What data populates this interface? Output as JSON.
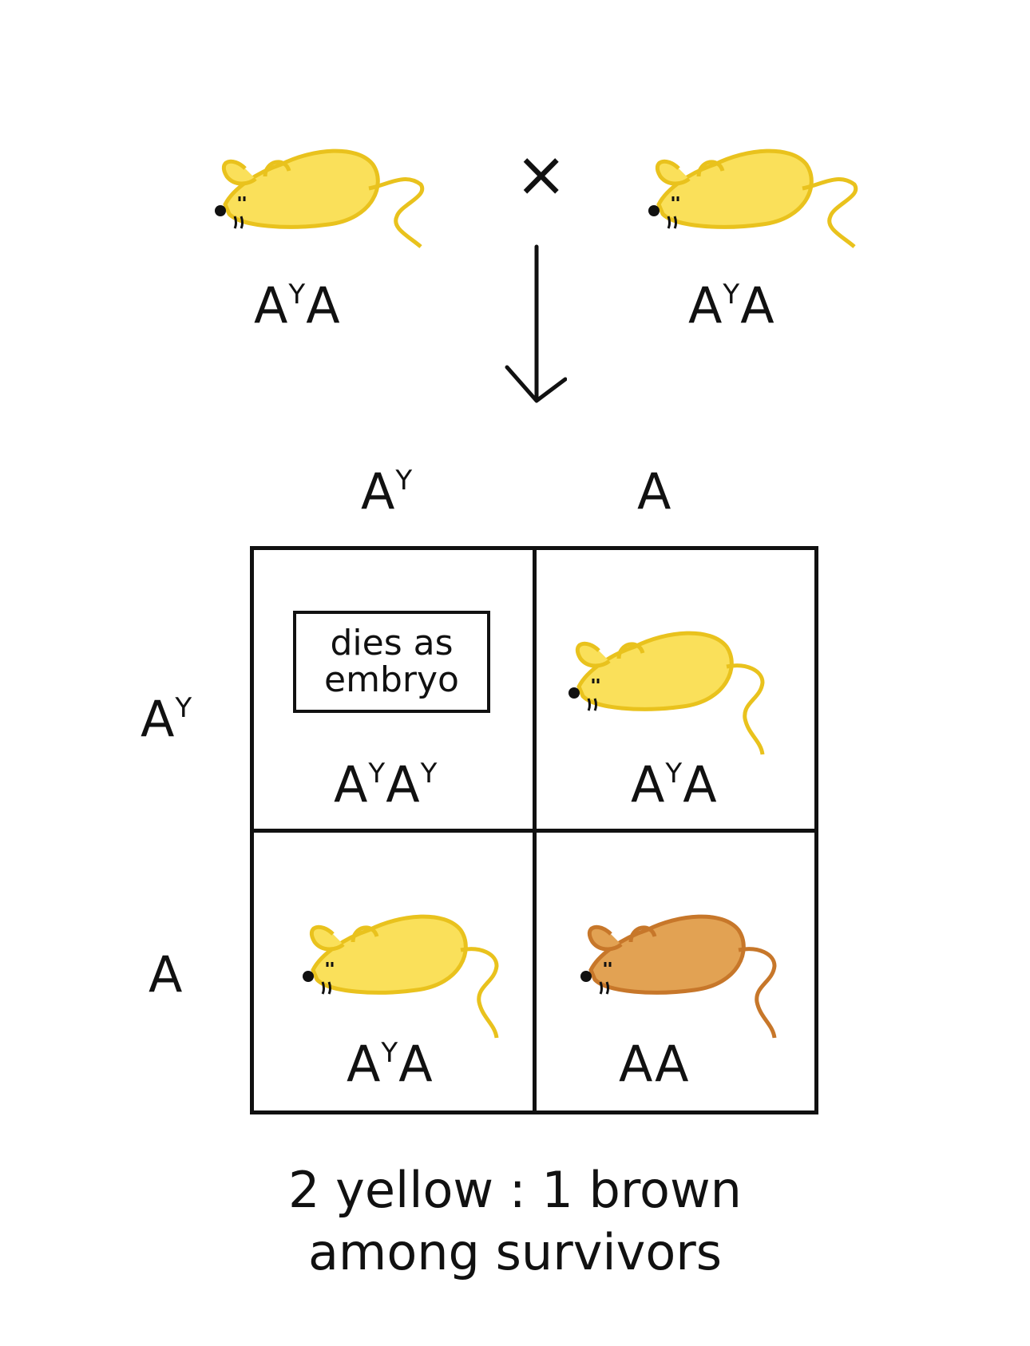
{
  "cross": {
    "symbol": "×",
    "parent_left": {
      "base": "A",
      "sup": "Y",
      "second": "A",
      "color": "yellow"
    },
    "parent_right": {
      "base": "A",
      "sup": "Y",
      "second": "A",
      "color": "yellow"
    }
  },
  "punnett": {
    "col_headers": [
      {
        "base": "A",
        "sup": "Y"
      },
      {
        "base": "A",
        "sup": ""
      }
    ],
    "row_headers": [
      {
        "base": "A",
        "sup": "Y"
      },
      {
        "base": "A",
        "sup": ""
      }
    ],
    "cells": [
      {
        "genotype": {
          "base": "A",
          "sup": "Y",
          "second": "A",
          "sup2": "Y"
        },
        "note_line1": "dies as",
        "note_line2": "embryo"
      },
      {
        "genotype": {
          "base": "A",
          "sup": "Y",
          "second": "A",
          "sup2": ""
        },
        "mouse": "yellow"
      },
      {
        "genotype": {
          "base": "A",
          "sup": "Y",
          "second": "A",
          "sup2": ""
        },
        "mouse": "yellow"
      },
      {
        "genotype": {
          "base": "A",
          "sup": "",
          "second": "A",
          "sup2": ""
        },
        "mouse": "brown"
      }
    ]
  },
  "summary": {
    "line1": "2 yellow : 1 brown",
    "line2": "among survivors"
  },
  "colors": {
    "yellow_fill": "#FAE05A",
    "yellow_stroke": "#E9C21D",
    "brown_fill": "#E2A253",
    "brown_stroke": "#C7772A",
    "ink": "#111111"
  }
}
